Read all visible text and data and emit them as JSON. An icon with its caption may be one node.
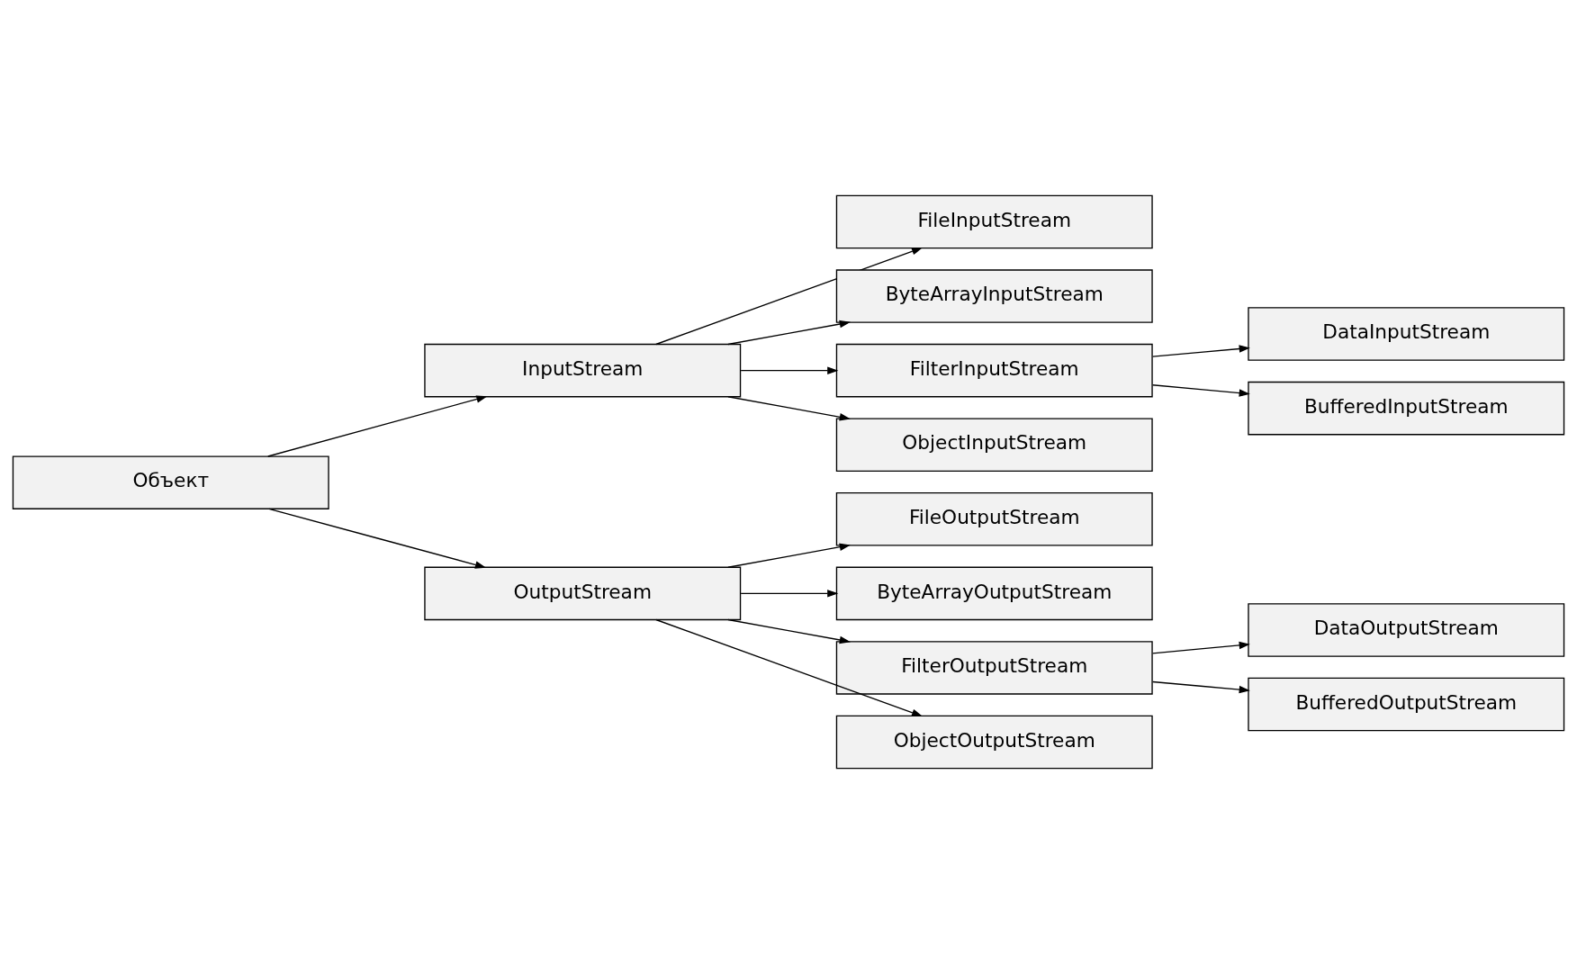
{
  "diagram": {
    "nodes": [
      {
        "text": [
          "Объект"
        ]
      },
      {
        "text": [
          "InputStream"
        ]
      },
      {
        "text": [
          "FileInputStream"
        ]
      },
      {
        "text": [
          "ByteArrayInputStream"
        ]
      },
      {
        "text": [
          "FilterInputStream"
        ]
      },
      {
        "text": [
          "ObjectInputStream"
        ]
      },
      {
        "text": [
          "DataInputStream"
        ]
      },
      {
        "text": [
          "BufferedInputStream"
        ]
      },
      {
        "text": [
          "OutputStream"
        ]
      },
      {
        "text": [
          "FileOutputStream"
        ]
      },
      {
        "text": [
          "ByteArrayOutputStream"
        ]
      },
      {
        "text": [
          "FilterOutputStream"
        ]
      },
      {
        "text": [
          "ObjectOutputStream"
        ]
      },
      {
        "text": [
          "DataOutputStream"
        ]
      },
      {
        "text": [
          "BufferedOutputStream"
        ]
      }
    ],
    "edges": [
      {
        "from": 0,
        "to": 1,
        "arrow": "to"
      },
      {
        "from": 1,
        "to": 2,
        "arrow": "to"
      },
      {
        "from": 1,
        "to": 3,
        "arrow": "to"
      },
      {
        "from": 1,
        "to": 4,
        "arrow": "to"
      },
      {
        "from": 1,
        "to": 5,
        "arrow": "to"
      },
      {
        "from": 4,
        "to": 6,
        "arrow": "to"
      },
      {
        "from": 4,
        "to": 7,
        "arrow": "to"
      },
      {
        "from": 0,
        "to": 8,
        "arrow": "to"
      },
      {
        "from": 8,
        "to": 9,
        "arrow": "to"
      },
      {
        "from": 8,
        "to": 10,
        "arrow": "to"
      },
      {
        "from": 8,
        "to": 11,
        "arrow": "to"
      },
      {
        "from": 8,
        "to": 12,
        "arrow": "to"
      },
      {
        "from": 11,
        "to": 13,
        "arrow": "to"
      },
      {
        "from": 11,
        "to": 14,
        "arrow": "to"
      }
    ]
  }
}
